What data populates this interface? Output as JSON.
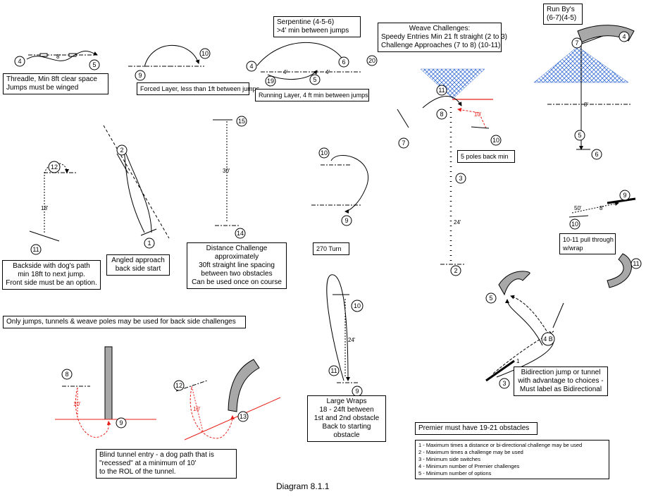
{
  "caption": "Diagram 8.1.1",
  "boxes": {
    "threadle": [
      "Threadle, Min 8ft  clear space",
      "Jumps must be winged"
    ],
    "forced": [
      "Forced Layer, less than 1ft between jumps"
    ],
    "serpentine": [
      "Serpentine (4-5-6)",
      ">4' min between jumps"
    ],
    "running": [
      "Running Layer, 4 ft min between jumps"
    ],
    "weave": [
      "Weave Challenges:",
      "Speedy Entries Min 21 ft straight (2 to 3)",
      "Challenge Approaches (7 to 8) (10-11)"
    ],
    "runby": [
      "Run By's",
      "(6-7)(4-5)"
    ],
    "five_poles": [
      "5 poles back min"
    ],
    "backside": [
      "Backside with dog's path",
      "min 18ft to next jump.",
      "Front side must be an option."
    ],
    "angled": [
      "Angled approach",
      "back side start"
    ],
    "distance": [
      "Distance Challenge",
      "approximately",
      "30ft straight line spacing",
      "between two obstacles",
      "Can be used once on course"
    ],
    "turn270": [
      "270 Turn"
    ],
    "pullthrough": [
      "10-11 pull through",
      "w/wrap"
    ],
    "only_jumps": [
      "Only jumps, tunnels & weave poles may be used for back side challenges"
    ],
    "bidirection": [
      "Bidirection jump or tunnel",
      "with advantage to choices -",
      "Must label as  Bidirectional"
    ],
    "blind": [
      "Blind tunnel entry - a dog path that is",
      "\"recessed\" at a minimum of 10'",
      "to the ROL of the tunnel."
    ],
    "large_wraps": [
      "Large Wraps",
      "18 - 24ft between",
      "1st and 2nd obstacle",
      "Back to starting",
      "obstacle"
    ],
    "premier": [
      "Premier must have 19-21 obstacles"
    ],
    "rules": [
      "1 - Maximum times a distance or bi-directional challenge may be used",
      "2 - Maximum times a challenge may be used",
      "3 - Minimum side switches",
      "4 - Minimum number of Premier challenges",
      "5 - Minimum number of options"
    ]
  },
  "numbers": {
    "threadle_a": "4",
    "threadle_b": "5",
    "forced_a": "9",
    "forced_b": "10",
    "serp_4": "4",
    "serp_19": "19",
    "serp_5": "5",
    "serp_6": "6",
    "serp_20": "20",
    "weave_11": "11",
    "weave_8": "8",
    "weave_7": "7",
    "weave_10": "10",
    "weave_3": "3",
    "weave_2": "2",
    "runby_7": "7",
    "runby_4": "4",
    "runby_5": "5",
    "runby_6": "6",
    "bs_12": "12",
    "bs_11": "11",
    "ang_2": "2",
    "ang_1": "1",
    "dist_15": "15",
    "dist_14": "14",
    "t270_10": "10",
    "t270_9": "9",
    "pt_9": "9",
    "pt_10": "10",
    "pt_11": "11",
    "lw_10": "10",
    "lw_11": "11",
    "lw_9": "9",
    "bid_5": "5",
    "bid_4b": "4 B",
    "bid_3": "3",
    "blind_8": "8",
    "blind_9": "9",
    "blind_12": "12",
    "blind_13": "13"
  },
  "dims": {
    "threadle": "8'",
    "serp_a": "4'",
    "serp_b": "4'",
    "weave_red": "10'",
    "weave_long": "24'",
    "runby": "8'",
    "backside": "18'",
    "distance": "30'",
    "pull": "50'",
    "pull_small": "8'",
    "large_wrap": "24'",
    "blind_a": "10'",
    "blind_b": "10'",
    "bid_label": "1"
  },
  "colors": {
    "red": "#e8201a",
    "blue": "#3a6fd6",
    "tunnel": "#a8a8a8"
  }
}
